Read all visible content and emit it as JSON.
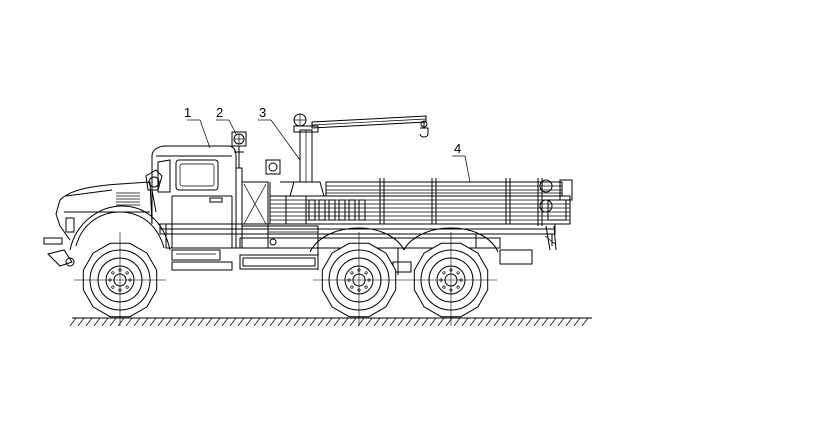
{
  "labels": {
    "one": "1",
    "two": "2",
    "three": "3",
    "four": "4"
  },
  "colors": {
    "line": "#000000",
    "background": "#ffffff"
  }
}
